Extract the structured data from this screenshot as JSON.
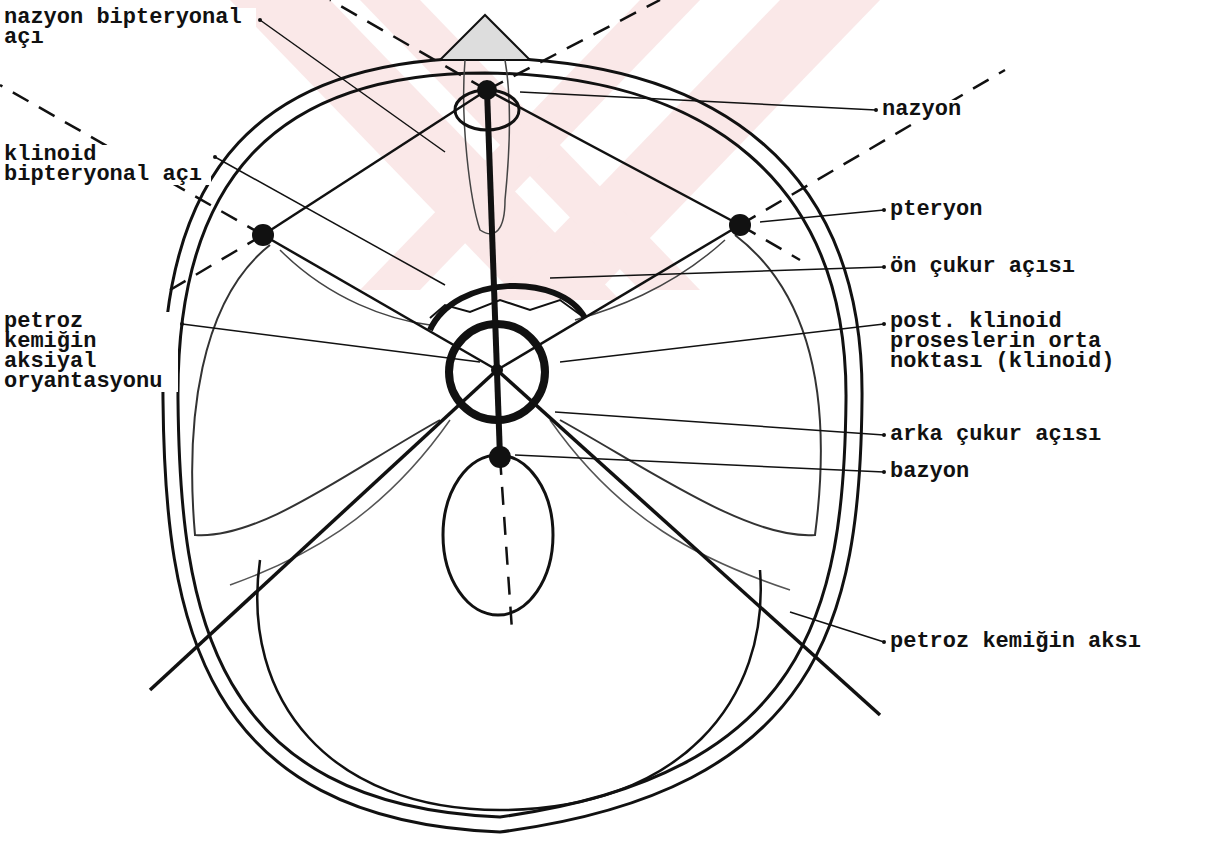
{
  "diagram": {
    "labels": [
      "nazyon bipteryonal açı",
      "nazyon",
      "klinoid bipteryonal açı",
      "pteryon",
      "ön çukur açısı",
      "petroz kemiğin aksiyal oryantasyonu",
      "post. klinoid proseslerin orta noktası (klinoid)",
      "arka çukur açısı",
      "bazyon",
      "petroz kemiğin aksı"
    ]
  }
}
